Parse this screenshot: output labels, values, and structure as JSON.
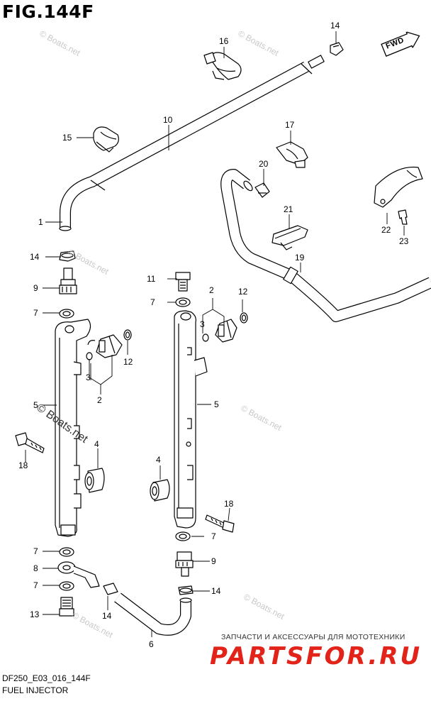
{
  "header": {
    "figure_title": "FIG.144F",
    "fwd_label": "FWD"
  },
  "footer": {
    "drawing_code": "DF250_E03_016_144F",
    "drawing_title": "FUEL INJECTOR"
  },
  "advert": {
    "tagline": "ЗАПЧАСТИ И АКСЕССУАРЫ ДЛЯ МОТОТЕХНИКИ",
    "logo_text": "PARTSFOR.RU"
  },
  "watermark": {
    "text": "© Boats.net"
  },
  "callouts": {
    "c1": "1",
    "c2a": "2",
    "c2b": "2",
    "c3a": "3",
    "c3b": "3",
    "c4a": "4",
    "c4b": "4",
    "c5a": "5",
    "c5b": "5",
    "c6": "6",
    "c7a": "7",
    "c7b": "7",
    "c7c": "7",
    "c7d": "7",
    "c7e": "7",
    "c8": "8",
    "c9a": "9",
    "c9b": "9",
    "c10": "10",
    "c11": "11",
    "c12a": "12",
    "c12b": "12",
    "c13": "13",
    "c14a": "14",
    "c14b": "14",
    "c14c": "14",
    "c14d": "14",
    "c15": "15",
    "c16": "16",
    "c17": "17",
    "c18a": "18",
    "c18b": "18",
    "c19": "19",
    "c20": "20",
    "c21": "21",
    "c22": "22",
    "c23": "23"
  }
}
